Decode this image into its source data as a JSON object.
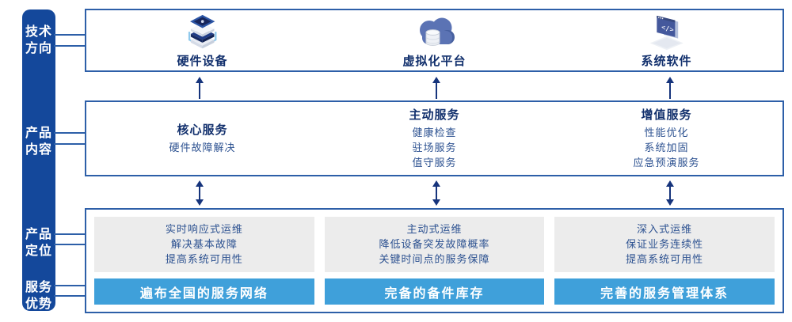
{
  "sidebar": {
    "labels": [
      "技术\n方向",
      "产品\n内容",
      "产品\n定位",
      "服务\n优势"
    ]
  },
  "tech_row": {
    "items": [
      {
        "label": "硬件设备",
        "icon": "server-stack-icon"
      },
      {
        "label": "虚拟化平台",
        "icon": "cloud-database-icon"
      },
      {
        "label": "系统软件",
        "icon": "code-window-icon"
      }
    ]
  },
  "services_row": {
    "columns": [
      {
        "title": "核心服务",
        "items": [
          "硬件故障解决"
        ]
      },
      {
        "title": "主动服务",
        "items": [
          "健康检查",
          "驻场服务",
          "值守服务"
        ]
      },
      {
        "title": "增值服务",
        "items": [
          "性能优化",
          "系统加固",
          "应急预演服务"
        ]
      }
    ]
  },
  "positioning_row": {
    "columns": [
      {
        "description": "实时响应式运维\n解决基本故障\n提高系统可用性",
        "highlight": "遍布全国的服务网络"
      },
      {
        "description": "主动式运维\n降低设备突发故障概率\n关键时间点的服务保障",
        "highlight": "完备的备件库存"
      },
      {
        "description": "深入式运维\n保证业务连续性\n提高系统可用性",
        "highlight": "完善的服务管理体系"
      }
    ]
  },
  "colors": {
    "sidebar_blue": "#14489b",
    "box_border_blue": "#2d5fa8",
    "heading_navy": "#12306d",
    "body_text_blue": "#2d5291",
    "arrow_navy": "#16347c",
    "panel_gray": "#ececec",
    "highlight_bar_blue": "#3fa0da"
  }
}
